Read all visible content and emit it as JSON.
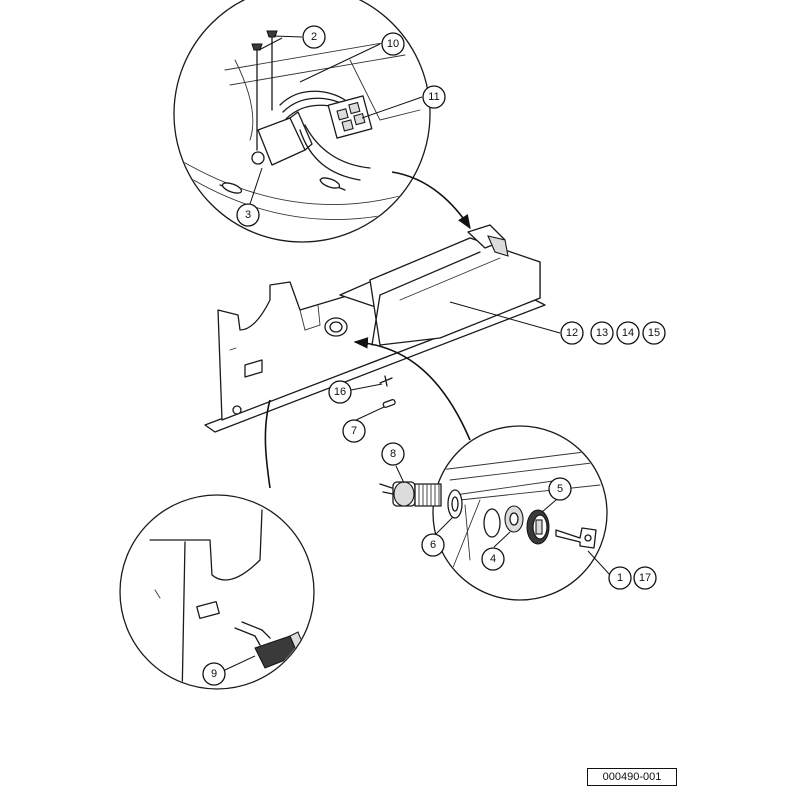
{
  "figure_id": "000490-001",
  "callouts": {
    "c1": "1",
    "c2": "2",
    "c3": "3",
    "c4": "4",
    "c5": "5",
    "c6": "6",
    "c7": "7",
    "c8": "8",
    "c9": "9",
    "c10": "10",
    "c11": "11",
    "c12": "12",
    "c13": "13",
    "c14": "14",
    "c15": "15",
    "c16": "16",
    "c17": "17"
  }
}
